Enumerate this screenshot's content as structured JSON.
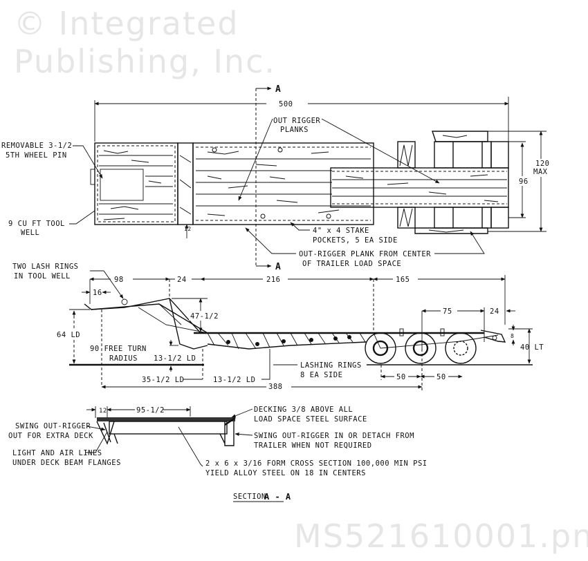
{
  "watermark": {
    "line1": "© Integrated",
    "line2": "Publishing, Inc.",
    "line3": "MS521610001.png"
  },
  "plan_view": {
    "section_marker": "A",
    "dim_overall_length": "500",
    "dim_width": "96",
    "dim_max_width": "120",
    "dim_max_width_suffix": "MAX",
    "dim_small": "12",
    "labels": {
      "fifth_wheel_pin_1": "REMOVABLE 3-1/2",
      "fifth_wheel_pin_2": "5TH WHEEL PIN",
      "tool_well_1": "9 CU FT TOOL",
      "tool_well_2": "WELL",
      "outrigger_planks_1": "OUT RIGGER",
      "outrigger_planks_2": "PLANKS",
      "stake_pockets_1": "4\" x 4 STAKE",
      "stake_pockets_2": "POCKETS, 5 EA SIDE",
      "outrigger_plank_center_1": "OUT-RIGGER PLANK FROM CENTER",
      "outrigger_plank_center_2": "OF TRAILER LOAD SPACE"
    }
  },
  "side_view": {
    "labels": {
      "lash_rings_1": "TWO LASH RINGS",
      "lash_rings_2": "IN TOOL WELL",
      "free_turn_1": "90 FREE TURN",
      "free_turn_2": "RADIUS",
      "lashing_rings_1": "LASHING RINGS",
      "lashing_rings_2": "8 EA SIDE"
    },
    "dims": {
      "d98": "98",
      "d16": "16",
      "d24a": "24",
      "d216": "216",
      "d165": "165",
      "d75": "75",
      "d24b": "24",
      "d47": "47-1/2",
      "d64": "64 LD",
      "d13a": "13-1/2 LD",
      "d35": "35-1/2 LD",
      "d13b": "13-1/2 LD",
      "d388": "388",
      "d50a": "50",
      "d50b": "50",
      "d8": "8",
      "d40": "40 LT"
    }
  },
  "section_view": {
    "title": "SECTION",
    "title_marks": "A - A",
    "dims": {
      "d12": "12",
      "d95": "95-1/2"
    },
    "labels": {
      "decking_1": "DECKING 3/8 ABOVE ALL",
      "decking_2": "LOAD SPACE STEEL SURFACE",
      "swing_out_1": "SWING OUT-RIGGER",
      "swing_out_2": "OUT FOR EXTRA DECK",
      "swing_in_1": "SWING OUT-RIGGER IN OR DETACH FROM",
      "swing_in_2": "TRAILER WHEN NOT REQUIRED",
      "light_air_1": "LIGHT AND AIR LINES",
      "light_air_2": "UNDER DECK BEAM FLANGES",
      "cross_section_1": "2 x 6 x 3/16 FORM CROSS SECTION 100,000 MIN PSI",
      "cross_section_2": "YIELD ALLOY STEEL ON 18 IN CENTERS"
    }
  }
}
